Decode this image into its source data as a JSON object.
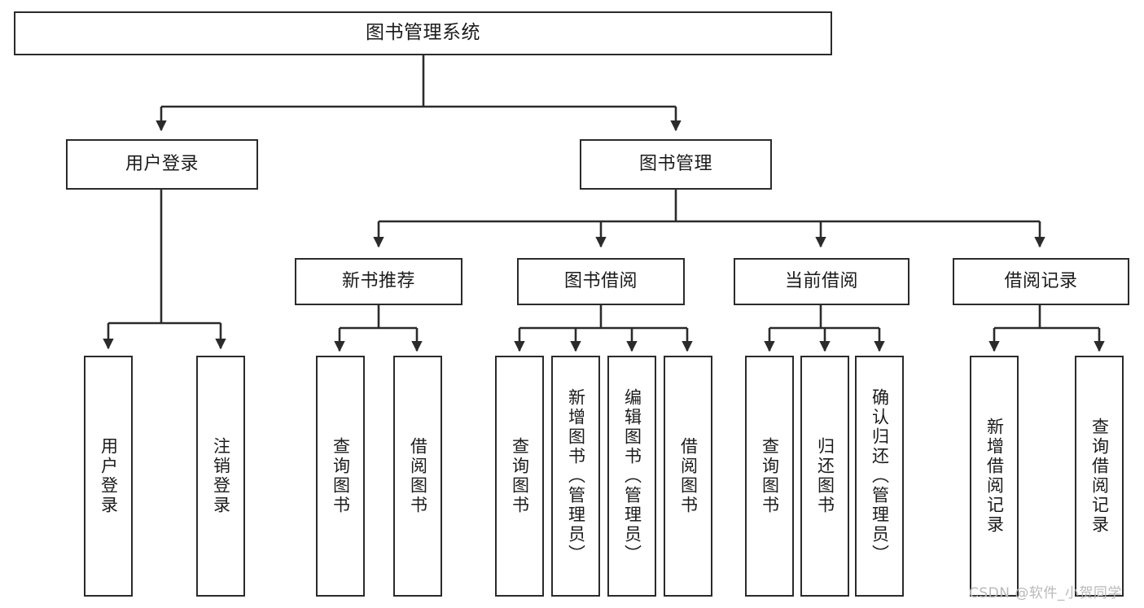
{
  "diagram": {
    "type": "tree-hierarchy",
    "title": "图书管理系统",
    "orientation": "top-down",
    "colors": {
      "border": "#2b2b2b",
      "background": "#ffffff",
      "text": "#1b1b1b",
      "connector": "#2b2b2b",
      "watermark": "#b9b9b9"
    },
    "nodes": {
      "root": {
        "label": "图书管理系统"
      },
      "level2": [
        {
          "label": "用户登录"
        },
        {
          "label": "图书管理"
        }
      ],
      "level3": [
        {
          "label": "新书推荐"
        },
        {
          "label": "图书借阅"
        },
        {
          "label": "当前借阅"
        },
        {
          "label": "借阅记录"
        }
      ],
      "leaves": {
        "user_login": [
          {
            "label": "用户登录"
          },
          {
            "label": "注销登录"
          }
        ],
        "new_book_recommend": [
          {
            "label": "查询图书"
          },
          {
            "label": "借阅图书"
          }
        ],
        "book_borrow": [
          {
            "label": "查询图书"
          },
          {
            "label": "新增图书（管理员）"
          },
          {
            "label": "编辑图书（管理员）"
          },
          {
            "label": "借阅图书"
          }
        ],
        "current_borrow": [
          {
            "label": "查询图书"
          },
          {
            "label": "归还图书"
          },
          {
            "label": "确认归还（管理员）"
          }
        ],
        "borrow_record": [
          {
            "label": "新增借阅记录"
          },
          {
            "label": "查询借阅记录"
          }
        ]
      }
    },
    "watermark": {
      "text": "CSDN @软件_小贺同学"
    }
  }
}
